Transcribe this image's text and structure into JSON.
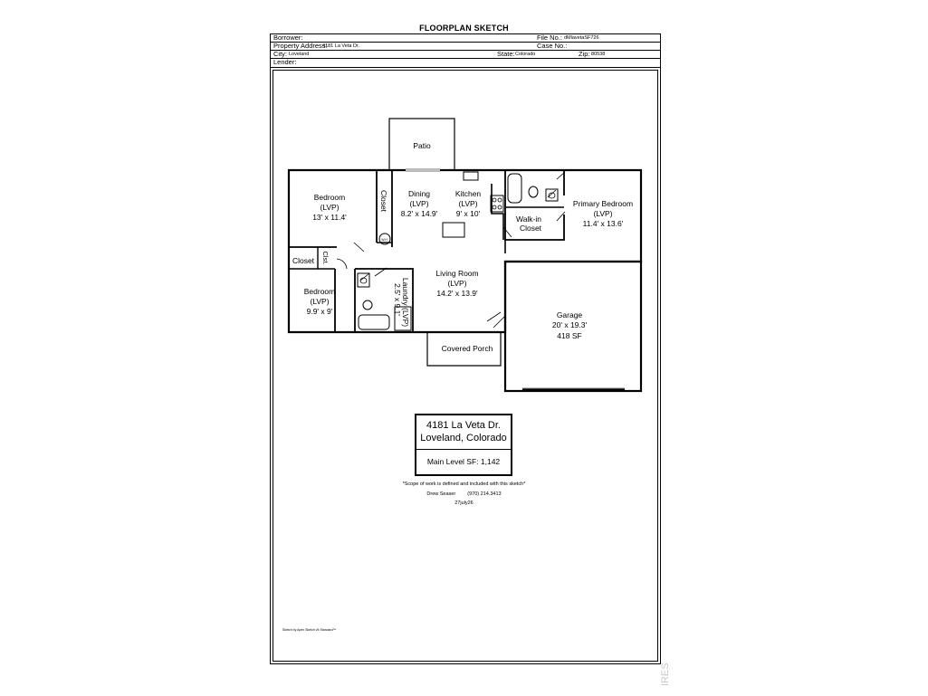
{
  "document": {
    "title": "FLOORPLAN SKETCH"
  },
  "header": {
    "borrower_label": "Borrower:",
    "file_no_label": "File No.:",
    "file_no_value": "dMlavetaSF726",
    "property_address_label": "Property Address:",
    "property_address_value": "4181 La Veta Dr.",
    "case_no_label": "Case No.:",
    "city_label": "City:",
    "city_value": "Loveland",
    "state_label": "State:",
    "state_value": "Colorado",
    "zip_label": "Zip:",
    "zip_value": "80538",
    "lender_label": "Lender:"
  },
  "rooms": {
    "patio": "Patio",
    "bedroom_nw": {
      "name": "Bedroom",
      "floor": "(LVP)",
      "dims": "13' x 11.4'"
    },
    "closet_nw": "Closet",
    "dining": {
      "name": "Dining",
      "floor": "(LVP)",
      "dims": "8.2' x 14.9'"
    },
    "kitchen": {
      "name": "Kitchen",
      "floor": "(LVP)",
      "dims": "9' x 10'"
    },
    "walkin": {
      "line1": "Walk-in",
      "line2": "Closet"
    },
    "primary_bedroom": {
      "name": "Primary Bedroom",
      "floor": "(LVP)",
      "dims": "11.4' x 13.6'"
    },
    "closet_sw": "Closet",
    "clst": "Clst.",
    "bedroom_sw": {
      "name": "Bedroom",
      "floor": "(LVP)",
      "dims": "9.9' x 9'"
    },
    "laundry": {
      "line1": "Laundry (LVP)",
      "line2": "2.5' x 9.1'"
    },
    "living": {
      "name": "Living Room",
      "floor": "(LVP)",
      "dims": "14.2' x 13.9'"
    },
    "garage": {
      "name": "Garage",
      "dims": "20' x 19.3'",
      "sf": "418 SF"
    },
    "covered_porch": "Covered Porch",
    "wh": "W.H."
  },
  "info_box": {
    "address_line1": "4181 La Veta Dr.",
    "address_line2": "Loveland, Colorado",
    "main_level_sf": "Main Level SF: 1,142"
  },
  "notes": {
    "scope": "*Scope of work is defined and included with this sketch*",
    "contact_name": "Drew Seaser",
    "contact_phone": "(970) 214.3413",
    "date": "27july26"
  },
  "footer": {
    "software_credit": "Sketch by Apex Sketch v5 Standard™",
    "watermark": "IRES"
  }
}
